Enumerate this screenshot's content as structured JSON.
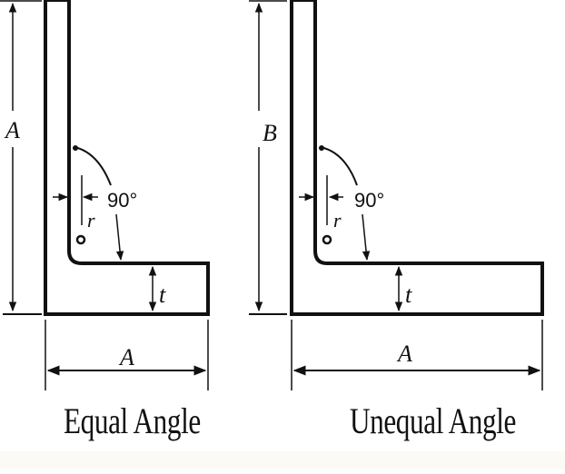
{
  "figures": [
    {
      "id": "equal",
      "caption": "Equal Angle",
      "vertical_dim_label": "A",
      "horizontal_dim_label": "A",
      "thickness_label": "t",
      "radius_label": "r",
      "angle_label": "90°"
    },
    {
      "id": "unequal",
      "caption": "Unequal Angle",
      "vertical_dim_label": "B",
      "horizontal_dim_label": "A",
      "thickness_label": "t",
      "radius_label": "r",
      "angle_label": "90°"
    }
  ],
  "colors": {
    "line": "#111111",
    "background": "#ffffff"
  }
}
